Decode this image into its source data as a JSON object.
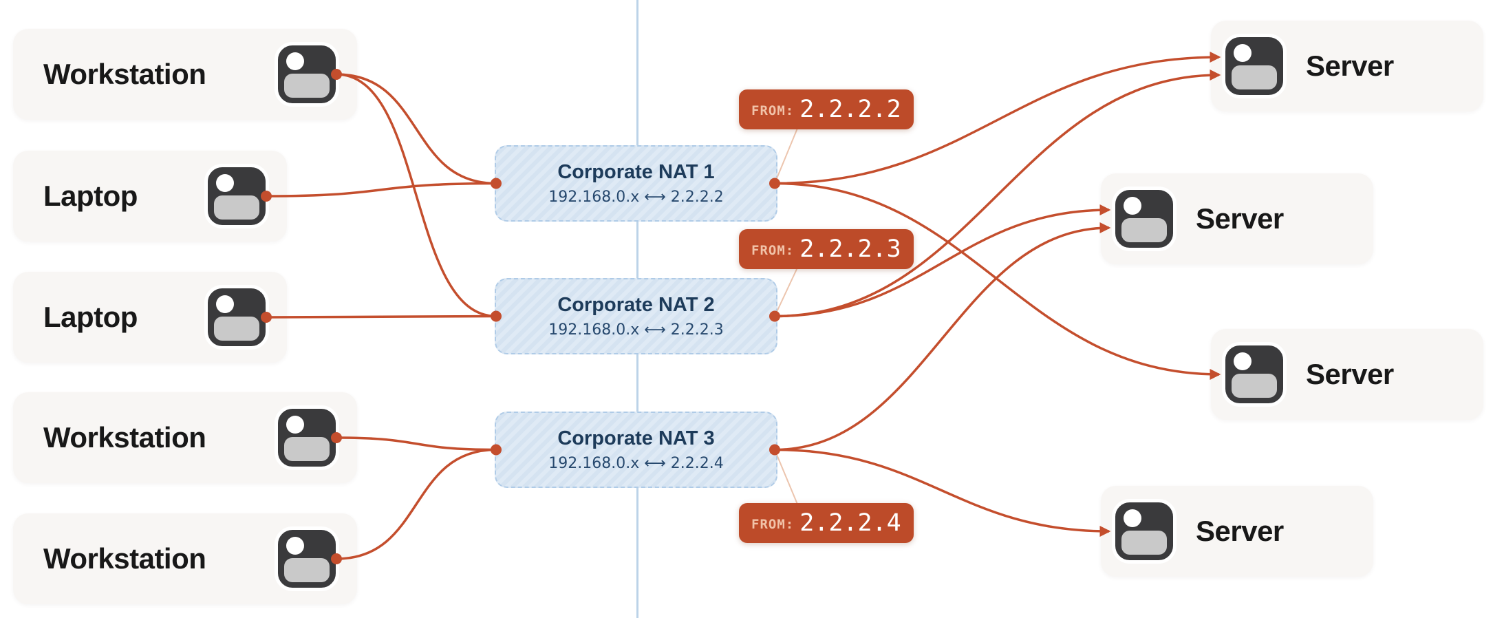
{
  "diagram": {
    "clients": [
      {
        "label": "Workstation"
      },
      {
        "label": "Laptop"
      },
      {
        "label": "Laptop"
      },
      {
        "label": "Workstation"
      },
      {
        "label": "Workstation"
      }
    ],
    "nats": [
      {
        "title": "Corporate NAT 1",
        "mapping": "192.168.0.x ⟷ 2.2.2.2"
      },
      {
        "title": "Corporate NAT 2",
        "mapping": "192.168.0.x ⟷ 2.2.2.3"
      },
      {
        "title": "Corporate NAT 3",
        "mapping": "192.168.0.x ⟷ 2.2.2.4"
      }
    ],
    "badges": [
      {
        "prefix": "FROM:",
        "ip": "2.2.2.2"
      },
      {
        "prefix": "FROM:",
        "ip": "2.2.2.3"
      },
      {
        "prefix": "FROM:",
        "ip": "2.2.2.4"
      }
    ],
    "servers": [
      {
        "label": "Server"
      },
      {
        "label": "Server"
      },
      {
        "label": "Server"
      },
      {
        "label": "Server"
      }
    ],
    "connections": {
      "client_to_nat": [
        [
          0,
          0
        ],
        [
          0,
          1
        ],
        [
          1,
          0
        ],
        [
          2,
          1
        ],
        [
          3,
          2
        ],
        [
          4,
          2
        ]
      ],
      "nat_to_server": [
        [
          0,
          0
        ],
        [
          0,
          2
        ],
        [
          1,
          0
        ],
        [
          1,
          1
        ],
        [
          2,
          1
        ],
        [
          2,
          3
        ]
      ]
    },
    "colors": {
      "wire": "#c44e2d",
      "badge_bg": "#bd4b29",
      "divider": "#bcd3e8",
      "card_bg": "#f8f6f4"
    }
  }
}
